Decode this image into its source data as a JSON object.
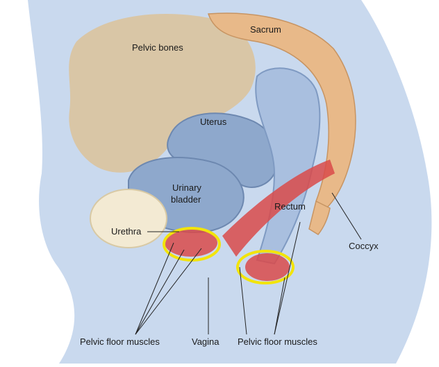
{
  "labels": {
    "pelvic_bones": "Pelvic bones",
    "sacrum": "Sacrum",
    "uterus": "Uterus",
    "urinary": "Urinary",
    "bladder": "bladder",
    "rectum": "Rectum",
    "urethra": "Urethra",
    "coccyx": "Coccyx",
    "pelvic_floor_left": "Pelvic floor muscles",
    "vagina": "Vagina",
    "pelvic_floor_right": "Pelvic floor muscles"
  },
  "colors": {
    "body": "#c9d9ee",
    "bone": "#d6c3a4",
    "sacrum": "#e8b989",
    "organ": "#8ea8cc",
    "muscle": "#d94a4a",
    "highlight": "#f2e40b",
    "pubic": "#f3ead3"
  }
}
